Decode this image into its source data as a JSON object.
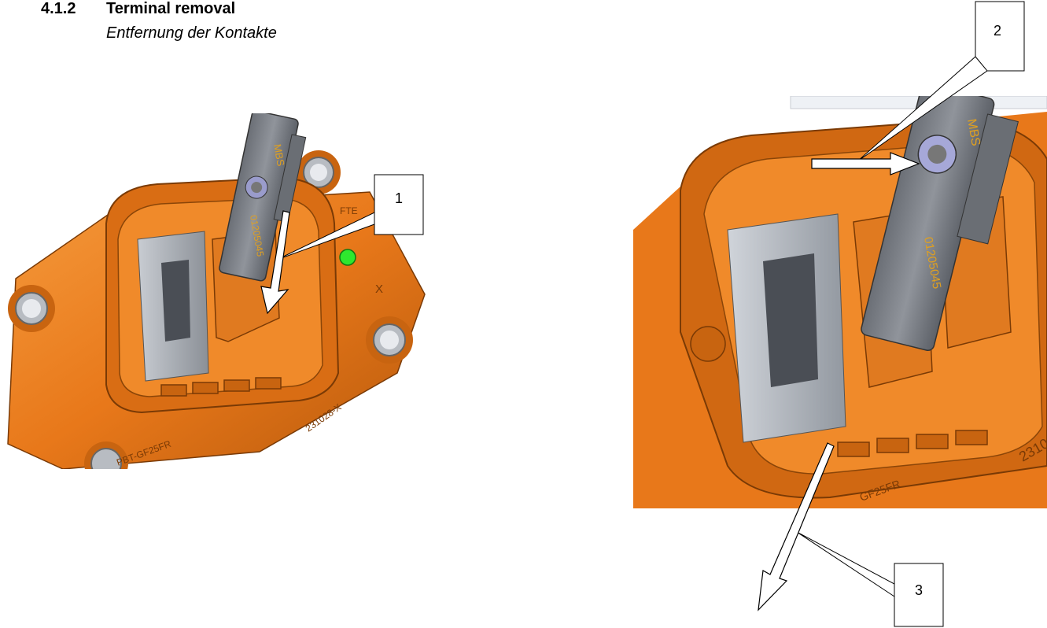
{
  "section": {
    "number": "4.1.2",
    "title": "Terminal removal",
    "subtitle": "Entfernung der Kontakte"
  },
  "figures": {
    "left": {
      "callouts": [
        "1"
      ],
      "tool_markings": [
        "MBS",
        "01205045"
      ],
      "housing_markings": [
        "FTE",
        "X",
        "231028-X",
        "PBT-GF25FR"
      ]
    },
    "right": {
      "callouts": [
        "2",
        "3"
      ],
      "tool_markings": [
        "MBS",
        "01205045"
      ],
      "housing_markings": [
        "2310",
        "GF25FR"
      ]
    }
  },
  "colors": {
    "housing": "#e8781a",
    "housing_dark": "#9a4a08",
    "housing_light": "#f7a04a",
    "insert_gray": "#9ea4ac",
    "tool_gray": "#7c8088",
    "tool_text": "#e0a020",
    "led_green": "#2ee82e"
  }
}
